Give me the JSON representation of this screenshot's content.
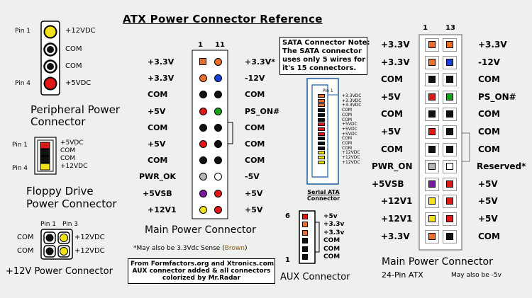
{
  "title": "ATX Power Connector Reference",
  "colors": {
    "orange": "#e8702a",
    "blue": "#1a3fd6",
    "black": "#111111",
    "red": "#e01818",
    "green": "#18a018",
    "gray": "#b5b5b5",
    "white": "#ffffff",
    "purple": "#7a1aa0",
    "yellow": "#f2e21a",
    "brown": "#8a5a10"
  },
  "peripheral": {
    "pin_labels": [
      "Pin 1",
      "Pin 4"
    ],
    "wire_labels": [
      "+12VDC",
      "COM",
      "COM",
      "+5VDC"
    ],
    "title_lines": [
      "Peripheral Power",
      "Connector"
    ]
  },
  "floppy": {
    "pin_labels": [
      "Pin 1",
      "Pin 4"
    ],
    "wire_labels": [
      "+5VDC",
      "COM",
      "COM",
      "+12VDC"
    ],
    "title_lines": [
      "Floppy Drive",
      "Power Connector"
    ]
  },
  "p12v": {
    "pin_labels": [
      "Pin 1",
      "Pin 3"
    ],
    "left_labels": [
      "COM",
      "COM"
    ],
    "right_labels": [
      "+12VDC",
      "+12VDC"
    ],
    "title": "+12V Power Connector"
  },
  "main20": {
    "col_labels": [
      "1",
      "11"
    ],
    "left_labels": [
      "+3.3V",
      "+3.3V",
      "COM",
      "+5V",
      "COM",
      "+5V",
      "COM",
      "PWR_OK",
      "+5VSB",
      "+12V1"
    ],
    "right_labels": [
      "+3.3V*",
      "-12V",
      "COM",
      "PS_ON#",
      "COM",
      "COM",
      "COM",
      "-5V",
      "+5V",
      "+5V"
    ],
    "title": "Main Power Connector",
    "footnote": "*May also be 3.3Vdc Sense (",
    "footnote_brown": "Brown",
    "footnote_end": ")"
  },
  "sata": {
    "note_lines": [
      "SATA Connector Note:",
      "The SATA connector",
      "uses only 5 wires for",
      "it's 15 connectors."
    ],
    "pin1_label": "Pin 1",
    "pin_labels": [
      "+3.3VDC",
      "+3.3VDC",
      "+3.3VDC",
      "COM",
      "COM",
      "COM",
      "+5VDC",
      "+5VDC",
      "+5VDC",
      "COM",
      "COM",
      "COM",
      "+12VDC",
      "+12VDC",
      "+12VDC"
    ],
    "title_lines": [
      "Serial ATA",
      "Connector"
    ]
  },
  "credit": [
    "From Formfactors.org and Xtronics.com",
    "AUX connector added & all connectors",
    "colorized by Mr.Radar"
  ],
  "aux": {
    "pin_numbers": [
      "6",
      "1"
    ],
    "labels": [
      "+5v",
      "+3.3v",
      "+3.3v",
      "COM",
      "COM",
      "COM"
    ],
    "title": "AUX Connector"
  },
  "main24": {
    "col_labels": [
      "1",
      "13"
    ],
    "left_labels": [
      "+3.3V",
      "+3.3V",
      "COM",
      "+5V",
      "COM",
      "+5V",
      "COM",
      "PWR_ON",
      "+5VSB",
      "+12V1",
      "+12V1",
      "+3.3V"
    ],
    "right_labels": [
      "+3.3V",
      "-12V",
      "COM",
      "PS_ON#",
      "COM",
      "COM",
      "COM",
      "Reserved*",
      "+5V",
      "+5V",
      "+5V",
      "COM"
    ],
    "title": "Main Power Connector",
    "subtitle": "24-Pin ATX",
    "footnote": "May also be -5v"
  }
}
